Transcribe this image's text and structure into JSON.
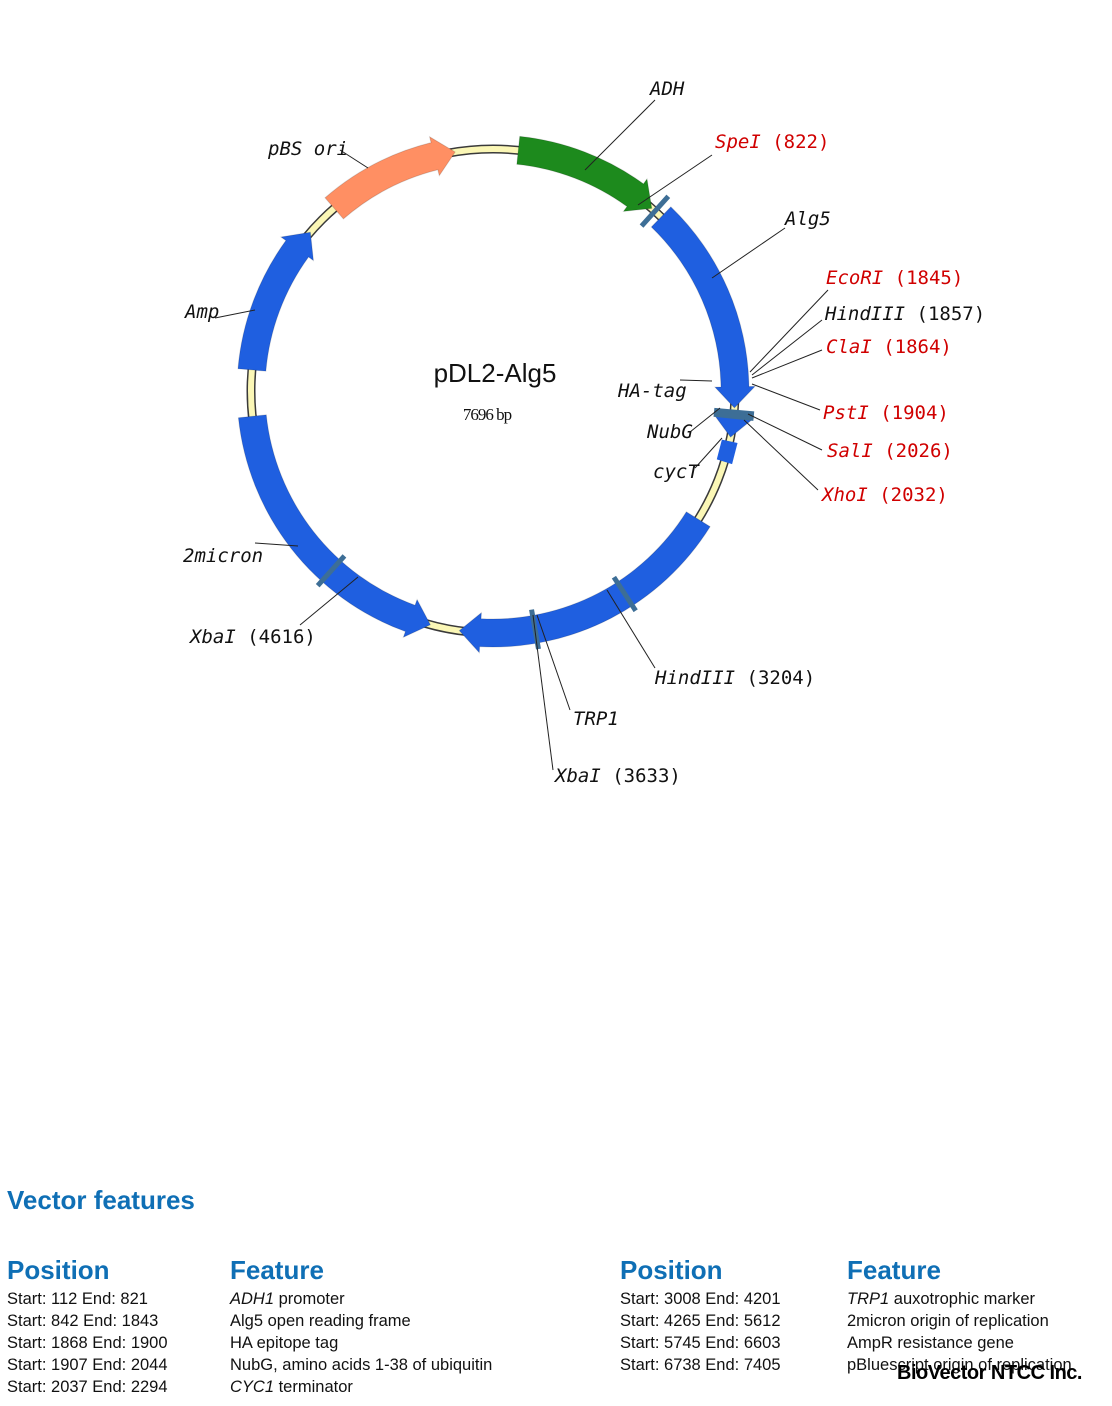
{
  "plasmid": {
    "name": "pDL2-Alg5",
    "size": "7696 bp"
  },
  "colors": {
    "backbone": "#fbf7b6",
    "orf": "#1f5fe0",
    "promoter": "#1d8a1d",
    "origin": "#ff8f63",
    "site_marker": "#3d6e96",
    "enzyme_red": "#d00000",
    "heading_blue": "#0f6fb5"
  },
  "feature_labels": {
    "adh": "ADH",
    "pbs_ori": "pBS ori",
    "alg5": "Alg5",
    "amp": "Amp",
    "ha_tag": "HA-tag",
    "nubg": "NubG",
    "cyct": "cycT",
    "two_micron": "2micron",
    "trp1": "TRP1"
  },
  "sites": {
    "spe1": {
      "enzyme": "SpeI",
      "pos": "(822)"
    },
    "ecor1": {
      "enzyme": "EcoRI",
      "pos": "(1845)"
    },
    "hind3a": {
      "enzyme": "HindIII",
      "pos": "(1857)"
    },
    "cla1": {
      "enzyme": "ClaI",
      "pos": "(1864)"
    },
    "pst1": {
      "enzyme": "PstI",
      "pos": "(1904)"
    },
    "sal1": {
      "enzyme": "SalI",
      "pos": "(2026)"
    },
    "xho1": {
      "enzyme": "XhoI",
      "pos": "(2032)"
    },
    "xba1a": {
      "enzyme": "XbaI",
      "pos": "(4616)"
    },
    "hind3b": {
      "enzyme": "HindIII",
      "pos": "(3204)"
    },
    "xba1b": {
      "enzyme": "XbaI",
      "pos": "(3633)"
    }
  },
  "features": {
    "title": "Vector features",
    "col_position": "Position",
    "col_feature": "Feature",
    "left": [
      {
        "pos": "Start: 112     End: 821",
        "feat_i": "ADH1",
        "feat": " promoter"
      },
      {
        "pos": "Start: 842     End: 1843",
        "feat_i": "",
        "feat": "Alg5 open reading frame"
      },
      {
        "pos": "Start: 1868  End: 1900",
        "feat_i": "",
        "feat": "HA epitope tag"
      },
      {
        "pos": "Start: 1907  End: 2044",
        "feat_i": "",
        "feat": "NubG, amino acids 1-38 of ubiquitin"
      },
      {
        "pos": "Start: 2037  End: 2294",
        "feat_i": "CYC1",
        "feat": " terminator"
      }
    ],
    "right": [
      {
        "pos": "Start: 3008  End: 4201",
        "feat_i": "TRP1",
        "feat": " auxotrophic marker"
      },
      {
        "pos": "Start: 4265  End: 5612",
        "feat_i": "",
        "feat": "2micron origin of replication"
      },
      {
        "pos": "Start: 5745  End: 6603",
        "feat_i": "",
        "feat": "AmpR resistance gene"
      },
      {
        "pos": "Start: 6738  End: 7405",
        "feat_i": "",
        "feat": "pBluescript origin of replication"
      }
    ]
  },
  "brand": "BioVector NTCC Inc."
}
